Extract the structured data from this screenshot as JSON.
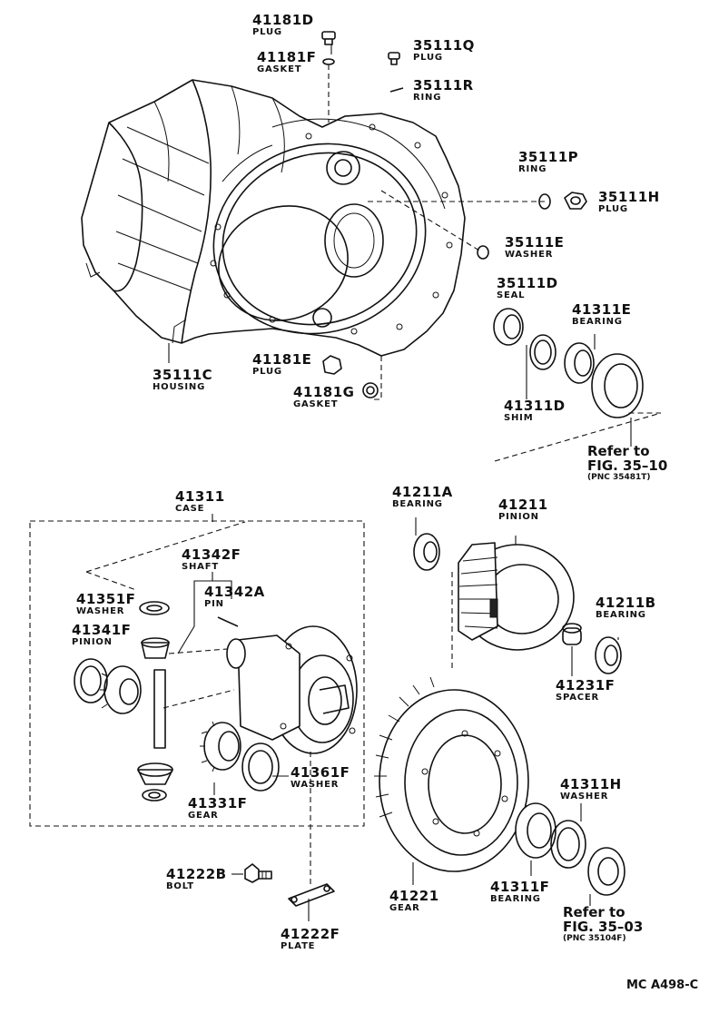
{
  "labels": {
    "p41181d": {
      "part": "41181D",
      "name": "PLUG"
    },
    "p41181f": {
      "part": "41181F",
      "name": "GASKET"
    },
    "p35111q": {
      "part": "35111Q",
      "name": "PLUG"
    },
    "p35111r": {
      "part": "35111R",
      "name": "RING"
    },
    "p35111p": {
      "part": "35111P",
      "name": "RING"
    },
    "p35111h": {
      "part": "35111H",
      "name": "PLUG"
    },
    "p35111e": {
      "part": "35111E",
      "name": "WASHER"
    },
    "p35111d": {
      "part": "35111D",
      "name": "SEAL"
    },
    "p41311e": {
      "part": "41311E",
      "name": "BEARING"
    },
    "p41311d": {
      "part": "41311D",
      "name": "SHIM"
    },
    "p35111c": {
      "part": "35111C",
      "name": "HOUSING"
    },
    "p41181e": {
      "part": "41181E",
      "name": "PLUG"
    },
    "p41181g": {
      "part": "41181G",
      "name": "GASKET"
    },
    "p41311": {
      "part": "41311",
      "name": "CASE"
    },
    "p41342f": {
      "part": "41342F",
      "name": "SHAFT"
    },
    "p41342a": {
      "part": "41342A",
      "name": "PIN"
    },
    "p41351f": {
      "part": "41351F",
      "name": "WASHER"
    },
    "p41341f": {
      "part": "41341F",
      "name": "PINION"
    },
    "p41361f": {
      "part": "41361F",
      "name": "WASHER"
    },
    "p41331f": {
      "part": "41331F",
      "name": "GEAR"
    },
    "p41211a": {
      "part": "41211A",
      "name": "BEARING"
    },
    "p41211": {
      "part": "41211",
      "name": "PINION"
    },
    "p41211b": {
      "part": "41211B",
      "name": "BEARING"
    },
    "p41231f": {
      "part": "41231F",
      "name": "SPACER"
    },
    "p41311h": {
      "part": "41311H",
      "name": "WASHER"
    },
    "p41222b": {
      "part": "41222B",
      "name": "BOLT"
    },
    "p41221": {
      "part": "41221",
      "name": "GEAR"
    },
    "p41311f": {
      "part": "41311F",
      "name": "BEARING"
    },
    "p41222f": {
      "part": "41222F",
      "name": "PLATE"
    }
  },
  "refs": {
    "fig3510": {
      "line1": "Refer to",
      "line2": "FIG. 35–10",
      "pnc": "(PNC 35481T)"
    },
    "fig3503": {
      "line1": "Refer to",
      "line2": "FIG. 35–03",
      "pnc": "(PNC 35104F)"
    }
  },
  "drawing_code": "MC A498-C"
}
